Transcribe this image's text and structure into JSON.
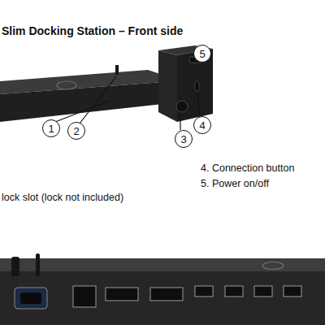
{
  "diagram": {
    "title": "Slim Docking Station – Front side",
    "nodes": [
      {
        "text": [
          "1"
        ]
      },
      {
        "text": [
          "2"
        ]
      },
      {
        "text": [
          "3"
        ]
      },
      {
        "text": [
          "4"
        ]
      },
      {
        "text": [
          "5"
        ]
      }
    ],
    "labels": [
      "4. Connection button",
      "5. Power on/off",
      "lock slot (lock not included)"
    ]
  }
}
